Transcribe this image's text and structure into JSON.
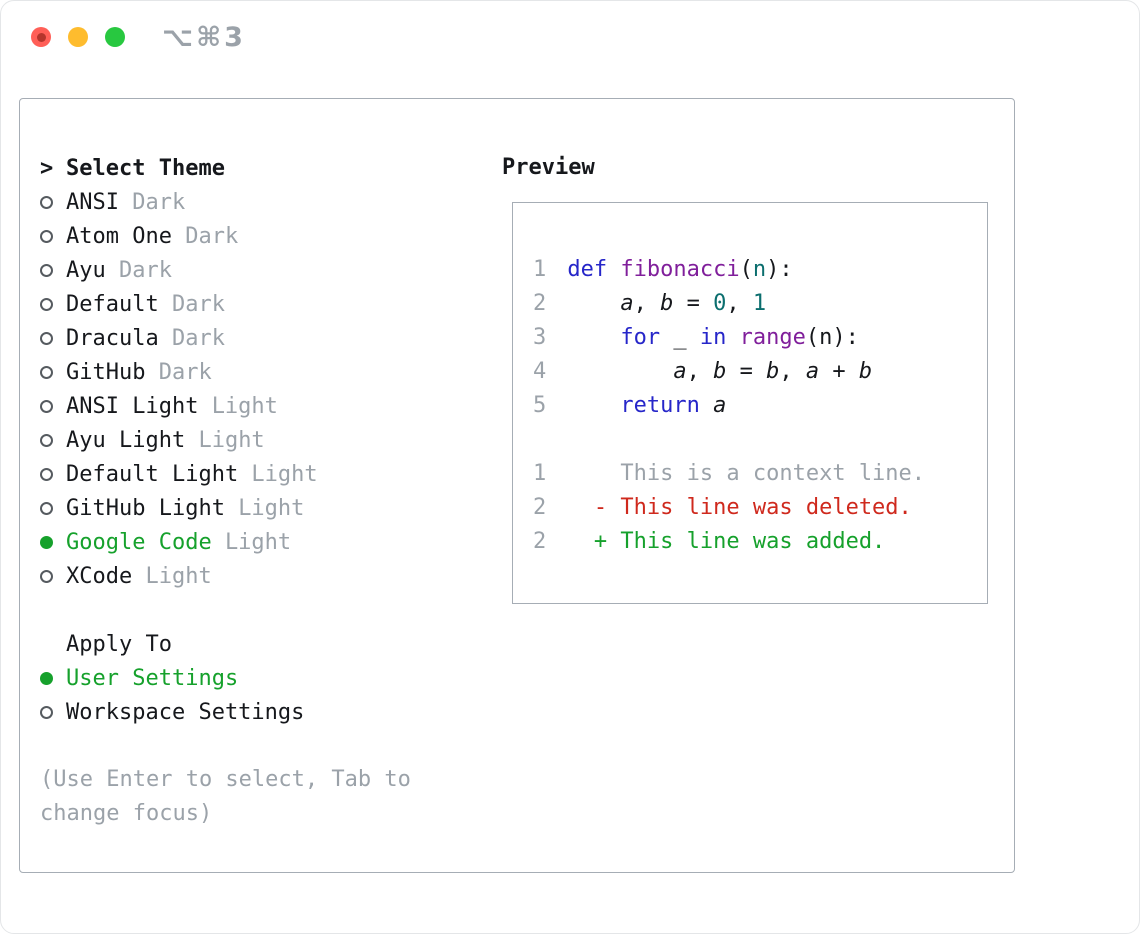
{
  "window": {
    "shortcut": "⌥⌘3"
  },
  "palette": {
    "accent_green": "#16a12c",
    "deleted_red": "#cf291d",
    "keyword_blue": "#2626c9",
    "typename_purple": "#801f9b",
    "literal_teal": "#0b6e6e",
    "muted_gray": "#9ba2a9",
    "text": "#16181c",
    "traffic_red": "#ff5f57",
    "traffic_yellow": "#febc2e",
    "traffic_green": "#28c840"
  },
  "left": {
    "cursor": ">",
    "title": "Select Theme",
    "themes": [
      {
        "name": "ANSI",
        "variant": "Dark",
        "selected": false
      },
      {
        "name": "Atom One",
        "variant": "Dark",
        "selected": false
      },
      {
        "name": "Ayu",
        "variant": "Dark",
        "selected": false
      },
      {
        "name": "Default",
        "variant": "Dark",
        "selected": false
      },
      {
        "name": "Dracula",
        "variant": "Dark",
        "selected": false
      },
      {
        "name": "GitHub",
        "variant": "Dark",
        "selected": false
      },
      {
        "name": "ANSI Light",
        "variant": "Light",
        "selected": false
      },
      {
        "name": "Ayu Light",
        "variant": "Light",
        "selected": false
      },
      {
        "name": "Default Light",
        "variant": "Light",
        "selected": false
      },
      {
        "name": "GitHub Light",
        "variant": "Light",
        "selected": false
      },
      {
        "name": "Google Code",
        "variant": "Light",
        "selected": true
      },
      {
        "name": "XCode",
        "variant": "Light",
        "selected": false
      }
    ],
    "apply_to": {
      "title": "Apply To",
      "options": [
        {
          "label": "User Settings",
          "selected": true
        },
        {
          "label": "Workspace Settings",
          "selected": false
        }
      ]
    },
    "hint": "(Use Enter to select, Tab to change focus)"
  },
  "preview": {
    "title": "Preview",
    "code_lines": [
      {
        "num": "1",
        "tokens": [
          {
            "t": "def",
            "c": "keyword"
          },
          {
            "t": " ",
            "c": "plain"
          },
          {
            "t": "fibonacci",
            "c": "typename"
          },
          {
            "t": "(",
            "c": "plain"
          },
          {
            "t": "n",
            "c": "literal"
          },
          {
            "t": "):",
            "c": "plain"
          }
        ]
      },
      {
        "num": "2",
        "tokens": [
          {
            "t": "    ",
            "c": "plain"
          },
          {
            "t": "a",
            "c": "variable"
          },
          {
            "t": ", ",
            "c": "plain"
          },
          {
            "t": "b",
            "c": "variable"
          },
          {
            "t": " = ",
            "c": "plain"
          },
          {
            "t": "0",
            "c": "literal"
          },
          {
            "t": ", ",
            "c": "plain"
          },
          {
            "t": "1",
            "c": "literal"
          }
        ]
      },
      {
        "num": "3",
        "tokens": [
          {
            "t": "    ",
            "c": "plain"
          },
          {
            "t": "for",
            "c": "keyword"
          },
          {
            "t": " _ ",
            "c": "plain"
          },
          {
            "t": "in",
            "c": "keyword"
          },
          {
            "t": " ",
            "c": "plain"
          },
          {
            "t": "range",
            "c": "typename"
          },
          {
            "t": "(n):",
            "c": "plain"
          }
        ]
      },
      {
        "num": "4",
        "tokens": [
          {
            "t": "        ",
            "c": "plain"
          },
          {
            "t": "a",
            "c": "variable"
          },
          {
            "t": ", ",
            "c": "plain"
          },
          {
            "t": "b",
            "c": "variable"
          },
          {
            "t": " = ",
            "c": "plain"
          },
          {
            "t": "b",
            "c": "variable"
          },
          {
            "t": ", ",
            "c": "plain"
          },
          {
            "t": "a",
            "c": "variable"
          },
          {
            "t": " + ",
            "c": "plain"
          },
          {
            "t": "b",
            "c": "variable"
          }
        ]
      },
      {
        "num": "5",
        "tokens": [
          {
            "t": "    ",
            "c": "plain"
          },
          {
            "t": "return",
            "c": "keyword"
          },
          {
            "t": " ",
            "c": "plain"
          },
          {
            "t": "a",
            "c": "variable"
          }
        ]
      }
    ],
    "diff_lines": [
      {
        "num": "1",
        "text": "    This is a context line.",
        "kind": "context"
      },
      {
        "num": "2",
        "text": "  - This line was deleted.",
        "kind": "deleted"
      },
      {
        "num": "2",
        "text": "  + This line was added.",
        "kind": "added"
      }
    ]
  }
}
